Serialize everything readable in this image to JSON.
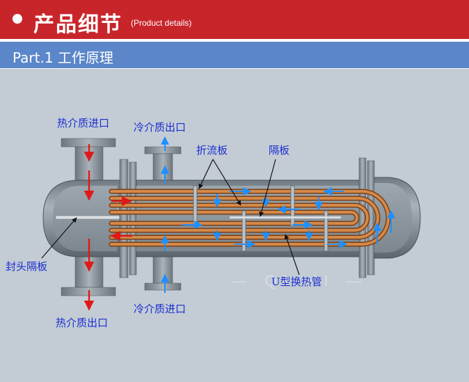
{
  "header": {
    "title": "产品细节",
    "subtitle": "(Product details)",
    "accent_color": "#c8252b"
  },
  "section": {
    "title": "Part.1 工作原理",
    "bar_color": "#5b86c9"
  },
  "diagram": {
    "labels": {
      "hot_medium_inlet": "热介质进口",
      "cold_medium_outlet": "冷介质出口",
      "baffle": "折流板",
      "partition": "隔板",
      "head_partition": "封头隔板",
      "u_tube": "U型换热管",
      "hot_medium_outlet": "热介质出口",
      "cold_medium_inlet": "冷介质进口"
    },
    "watermark": "— QI    HI —",
    "colors": {
      "label_text": "#1c2ed0",
      "hot_arrow": "#e01818",
      "cold_arrow": "#1e90ff",
      "tube": "#c5742f",
      "shell": "#8a949c"
    }
  }
}
